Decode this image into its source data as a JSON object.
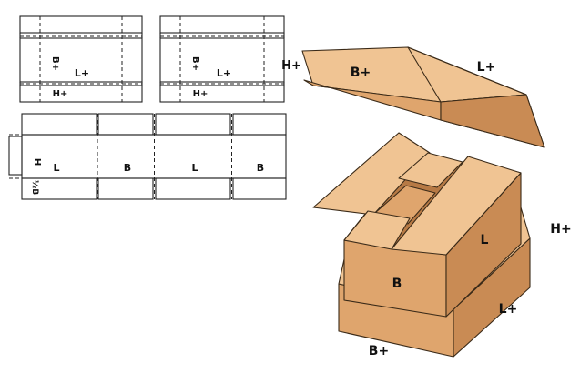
{
  "colors": {
    "carton_light": "#f0c493",
    "carton_mid": "#dfa56d",
    "carton_dark": "#c98b54",
    "carton_shadow": "#b77a45",
    "outline": "#3a2a18"
  },
  "blank_lid_1": {
    "label_side": "B+",
    "label_length": "L+",
    "label_height": "H+"
  },
  "blank_lid_2": {
    "label_side": "B+",
    "label_length": "L+",
    "label_height": "H+"
  },
  "blank_box": {
    "label_height": "H",
    "label_half_width": "½B",
    "panels": [
      "L",
      "B",
      "L",
      "B"
    ]
  },
  "box3d": {
    "lid": {
      "label_height": "H+",
      "label_width": "B+",
      "label_length": "L+"
    },
    "base": {
      "label_front": "B",
      "label_side": "L",
      "label_height": "H+",
      "label_length": "L+",
      "label_width": "B+"
    }
  }
}
